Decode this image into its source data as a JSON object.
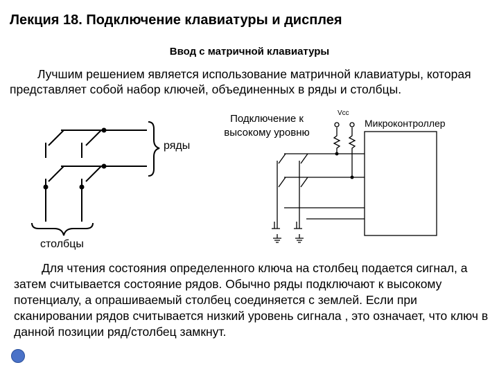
{
  "slide": {
    "title": "Лекция 18. Подключение клавиатуры и дисплея",
    "subtitle": "Ввод с матричной клавиатуры",
    "paragraph1": "Лучшим решением является использование матричной клавиатуры, которая представляет собой набор ключей, объединенных в ряды и столбцы.",
    "paragraph2": "Для чтения состояния определенного ключа на столбец подается сигнал, а затем считывается состояние рядов. Обычно ряды подключают к высокому потенциалу, а опрашиваемый столбец соединяется с землей. Если при сканировании рядов считывается низкий уровень сигнала , это означает, что ключ в данной позиции ряд/столбец замкнут."
  },
  "diagram_left": {
    "rows_label": "ряды",
    "columns_label": "столбцы"
  },
  "diagram_right": {
    "pullup_label_line1": "Подключение к",
    "pullup_label_line2": "высокому уровню",
    "vcc_label": "Vcc",
    "mcu_label": "Микроконтроллер"
  },
  "colors": {
    "accent_bullet": "#4a72c8",
    "line": "#000000"
  }
}
